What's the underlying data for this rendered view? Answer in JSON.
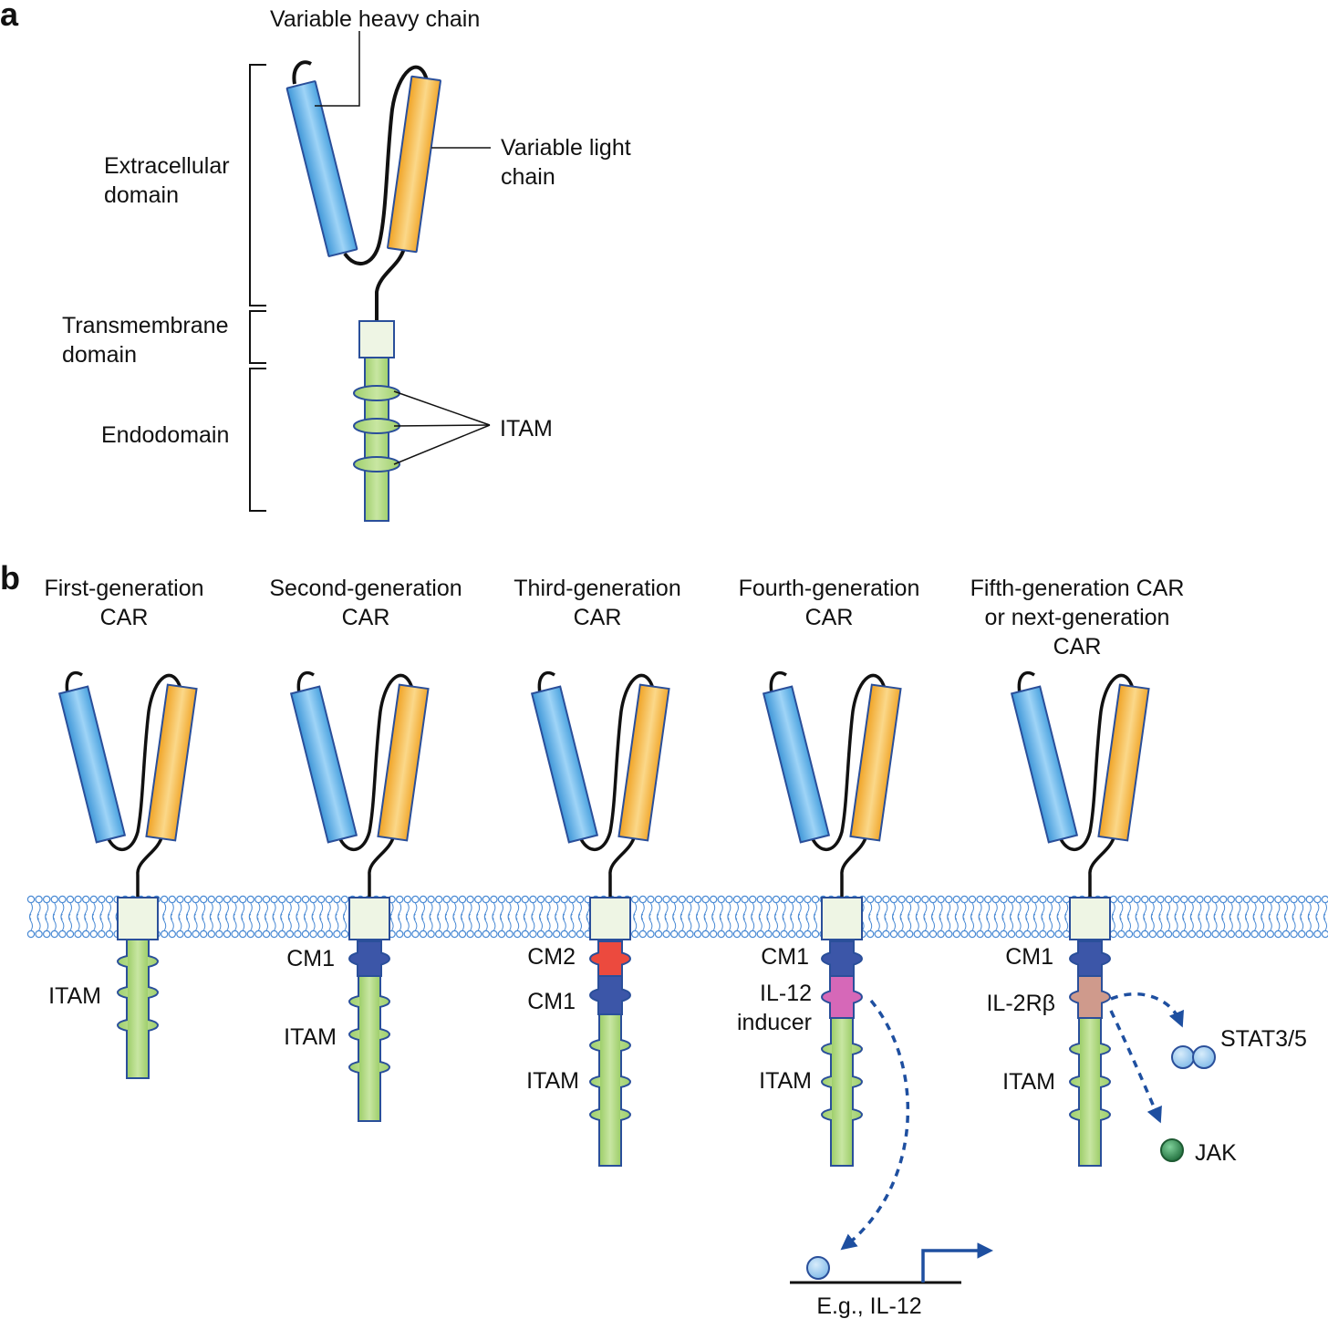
{
  "colors": {
    "heavy_chain": "#58aee6",
    "light_chain": "#f5b63c",
    "transmembrane": "#eef5e4",
    "itam_green": "#a8d47a",
    "outline_blue": "#2a4f9a",
    "cm1": "#3c56a8",
    "cm2": "#ec4a3e",
    "il12_inducer": "#d668b8",
    "il2rb": "#cf9a8c",
    "membrane": "#4a8ad4",
    "arrow": "#1e4fa0",
    "jak": "#2a8a4c",
    "stat": "#9ccbf0"
  },
  "panel_a": {
    "letter": "a",
    "labels": {
      "variable_heavy_chain": "Variable heavy chain",
      "variable_light_chain_1": "Variable light",
      "variable_light_chain_2": "chain",
      "extracellular_1": "Extracellular",
      "extracellular_2": "domain",
      "transmembrane_1": "Transmembrane",
      "transmembrane_2": "domain",
      "endodomain": "Endodomain",
      "itam": "ITAM"
    }
  },
  "panel_b": {
    "letter": "b",
    "generations": [
      {
        "title_1": "First-generation",
        "title_2": "CAR",
        "title_3": "",
        "labels": {
          "itam": "ITAM"
        }
      },
      {
        "title_1": "Second-generation",
        "title_2": "CAR",
        "title_3": "",
        "labels": {
          "cm1": "CM1",
          "itam": "ITAM"
        }
      },
      {
        "title_1": "Third-generation",
        "title_2": "CAR",
        "title_3": "",
        "labels": {
          "cm2": "CM2",
          "cm1": "CM1",
          "itam": "ITAM"
        }
      },
      {
        "title_1": "Fourth-generation",
        "title_2": "CAR",
        "title_3": "",
        "labels": {
          "cm1": "CM1",
          "inducer_1": "IL-12",
          "inducer_2": "inducer",
          "itam": "ITAM",
          "product": "E.g., IL-12"
        }
      },
      {
        "title_1": "Fifth-generation CAR",
        "title_2": "or next-generation",
        "title_3": "CAR",
        "labels": {
          "cm1": "CM1",
          "il2rb": "IL-2Rβ",
          "itam": "ITAM",
          "stat": "STAT3/5",
          "jak": "JAK"
        }
      }
    ]
  }
}
